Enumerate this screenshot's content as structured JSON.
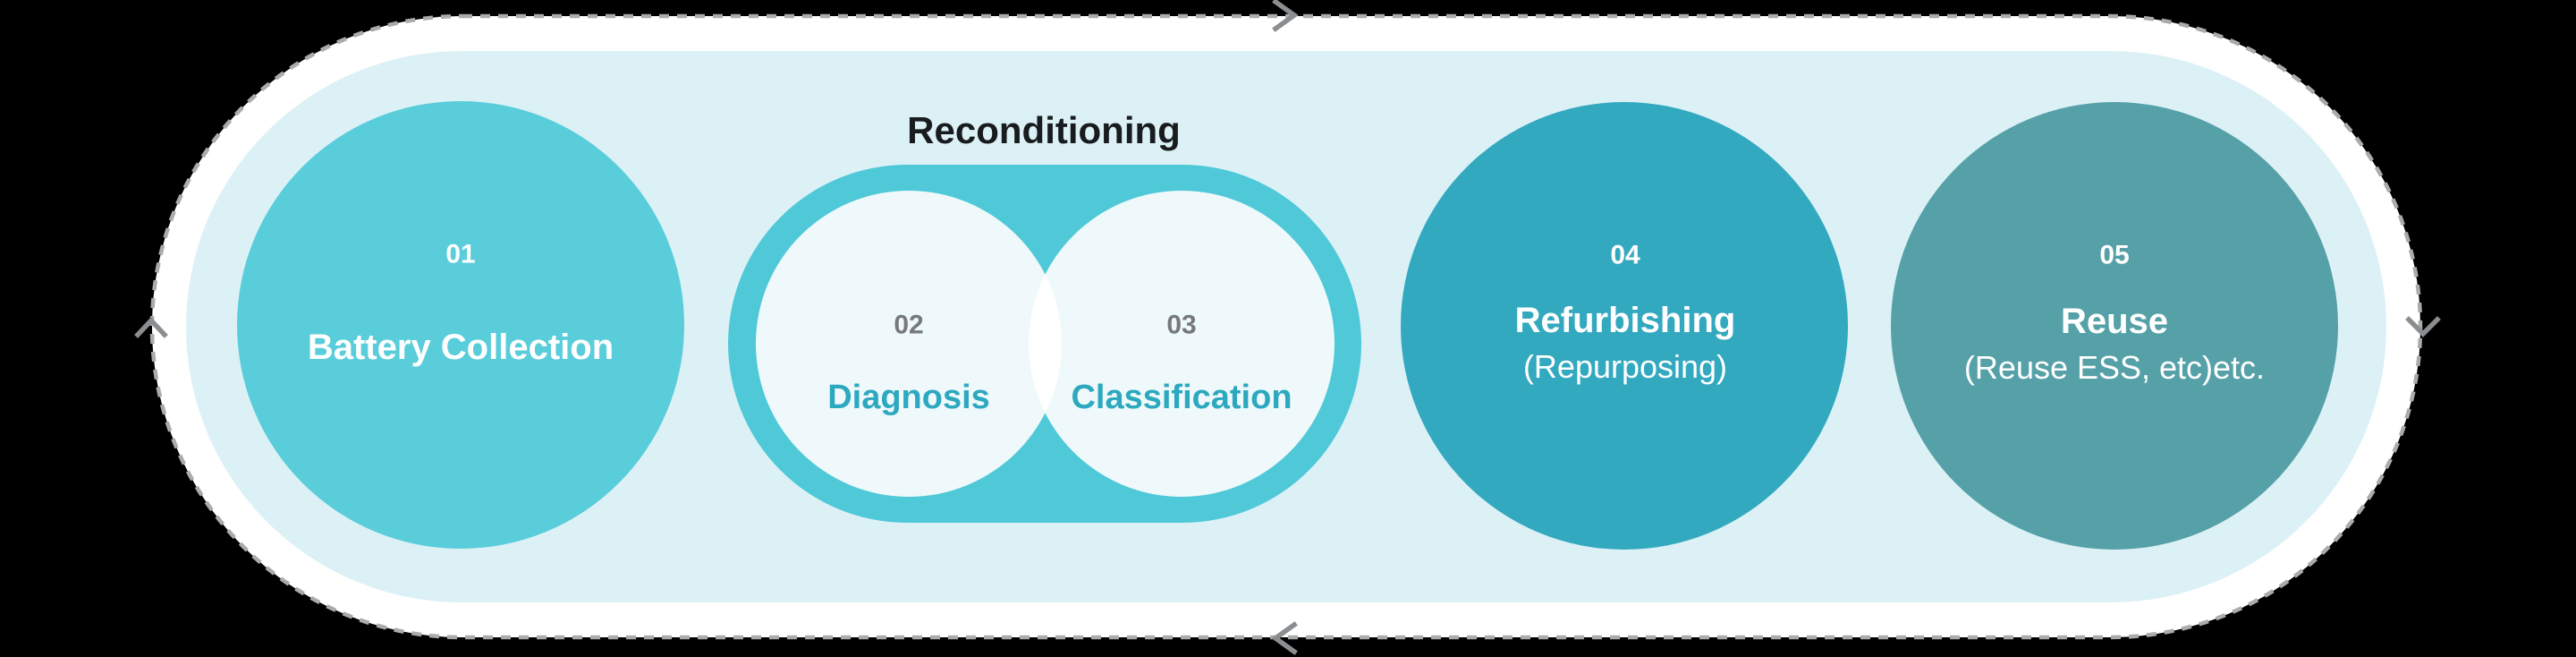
{
  "diagram": {
    "section_title": "Reconditioning",
    "steps": [
      {
        "number": "01",
        "label": "Battery Collection"
      },
      {
        "number": "02",
        "label": "Diagnosis"
      },
      {
        "number": "03",
        "label": "Classification"
      },
      {
        "number": "04",
        "label": "Refurbishing",
        "sublabel": "(Repurposing)"
      },
      {
        "number": "05",
        "label": "Reuse",
        "sublabel": "(Reuse ESS, etc)etc."
      }
    ]
  },
  "icons": {
    "cycle_arrow_top": "chevron-right",
    "cycle_arrow_right": "chevron-down",
    "cycle_arrow_bottom": "chevron-left",
    "cycle_arrow_left": "chevron-up"
  },
  "colors": {
    "background": "#000000",
    "outer_pill": "#FFFFFF",
    "dashed_border": "#A9ABAD",
    "inner_pill": "#DCF1F6",
    "step1_circle": "#5ACDDB",
    "reconditioning_pill": "#4FC9D8",
    "venn_circle": "#EFF9FB",
    "venn_overlap": "#FFFFFF",
    "step4_circle": "#33A9C0",
    "step5_circle": "#56A1A8",
    "number_gray": "#77797B",
    "venn_label_teal": "#2CA9BF",
    "title_dark": "#191C1E",
    "arrow_gray": "#8B8E90",
    "text_white": "#FFFFFF"
  }
}
